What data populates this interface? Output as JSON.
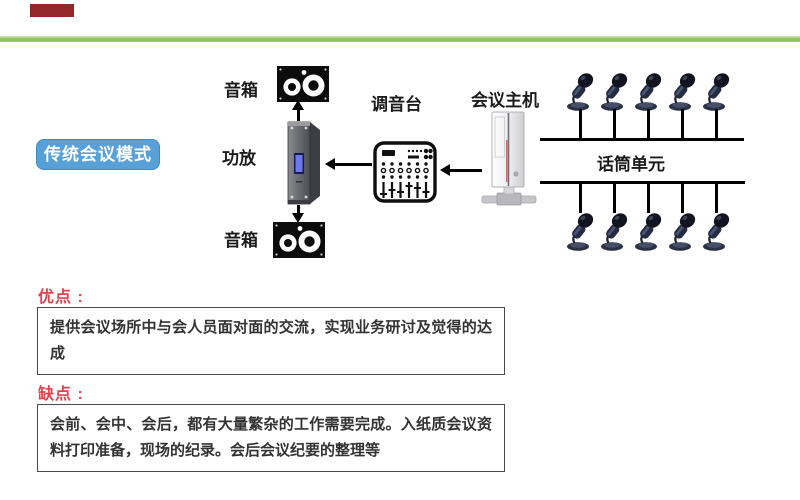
{
  "colors": {
    "top_bar": "#93282a",
    "divider_green": "#8dbf53",
    "badge_blue": "#58a1d8",
    "heading_red": "#e2414e"
  },
  "badge": {
    "label": "传统会议模式"
  },
  "diagram": {
    "speaker_top_label": "音箱",
    "amp_label": "功放",
    "speaker_bottom_label": "音箱",
    "mixer_label": "调音台",
    "host_label": "会议主机",
    "mic_bus_label": "话筒单元",
    "mic_positions": [
      580,
      614,
      648,
      682,
      716
    ]
  },
  "pros": {
    "heading": "优点 :",
    "body": "提供会议场所中与会人员面对面的交流，实现业务研讨及觉得的达成"
  },
  "cons": {
    "heading": "缺点 :",
    "body": "会前、会中、会后，都有大量繁杂的工作需要完成。入纸质会议资料打印准备，现场的纪录。会后会议纪要的整理等"
  }
}
